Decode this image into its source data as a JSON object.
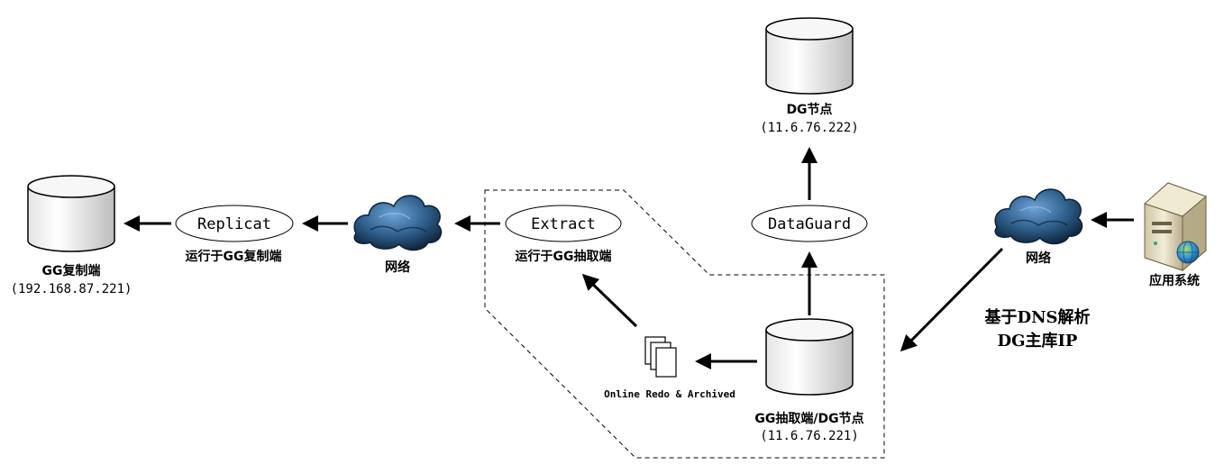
{
  "nodes": {
    "dg_node": {
      "name": "DG节点",
      "ip": "(11.6.76.222)"
    },
    "gg_extract_dg": {
      "name": "GG抽取端/DG节点",
      "ip": "(11.6.76.221)"
    },
    "gg_replicat_db": {
      "name": "GG复制端",
      "ip": "(192.168.87.221)"
    },
    "replicat": {
      "label": "Replicat",
      "caption": "运行于GG复制端"
    },
    "extract": {
      "label": "Extract",
      "caption": "运行于GG抽取端"
    },
    "dataguard": {
      "label": "DataGuard"
    },
    "network_left": {
      "label": "网络"
    },
    "network_right": {
      "label": "网络"
    },
    "app_system": {
      "label": "应用系统"
    },
    "redo_logs": {
      "label": "Online Redo & Archived"
    }
  },
  "dns_note": {
    "line1": "基于DNS解析",
    "line2": "DG主库IP"
  },
  "colors": {
    "cloud": "#2f5f8c",
    "cloud_dark": "#0d2238",
    "line": "#000000"
  }
}
